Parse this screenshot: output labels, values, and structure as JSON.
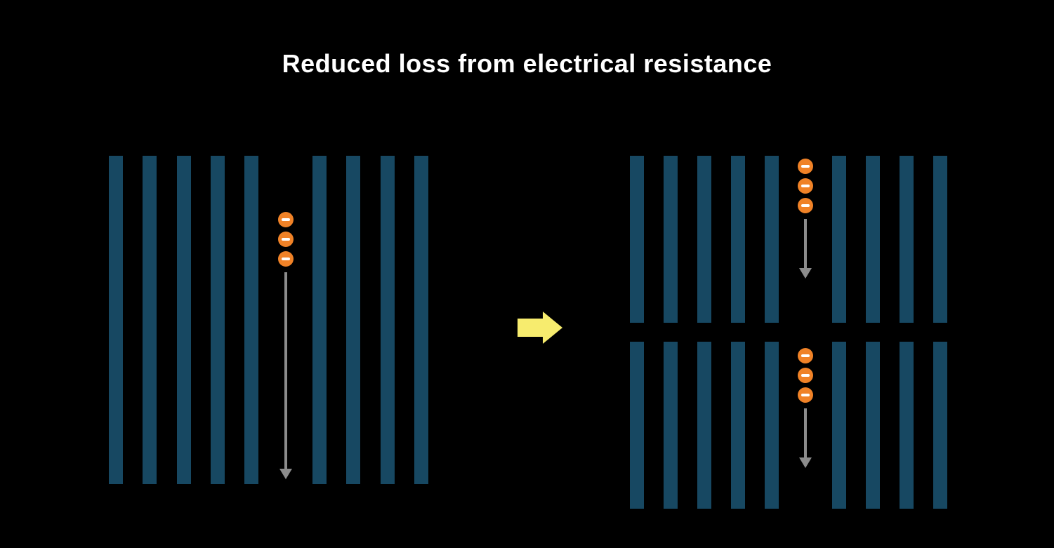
{
  "title": "Reduced loss from electrical resistance",
  "colors": {
    "background": "#000000",
    "title_text": "#FFFFFF",
    "bar": "#174862",
    "electron_fill": "#F08227",
    "electron_symbol": "#FFFFFF",
    "flow_arrow": "#8C8C8C",
    "transition_arrow": "#F7EC6E"
  },
  "icons": {
    "transition": "right-arrow-icon",
    "current_flow": "down-arrow-icon",
    "electron": "minus-circle-icon"
  },
  "panels": [
    {
      "id": "full-cell",
      "bar_slots": 10,
      "channel_slot": 5,
      "bars": 9,
      "electrons": 3
    },
    {
      "id": "half-cell-top",
      "bar_slots": 10,
      "channel_slot": 5,
      "bars": 9,
      "electrons": 3
    },
    {
      "id": "half-cell-bottom",
      "bar_slots": 10,
      "channel_slot": 5,
      "bars": 9,
      "electrons": 3
    }
  ]
}
